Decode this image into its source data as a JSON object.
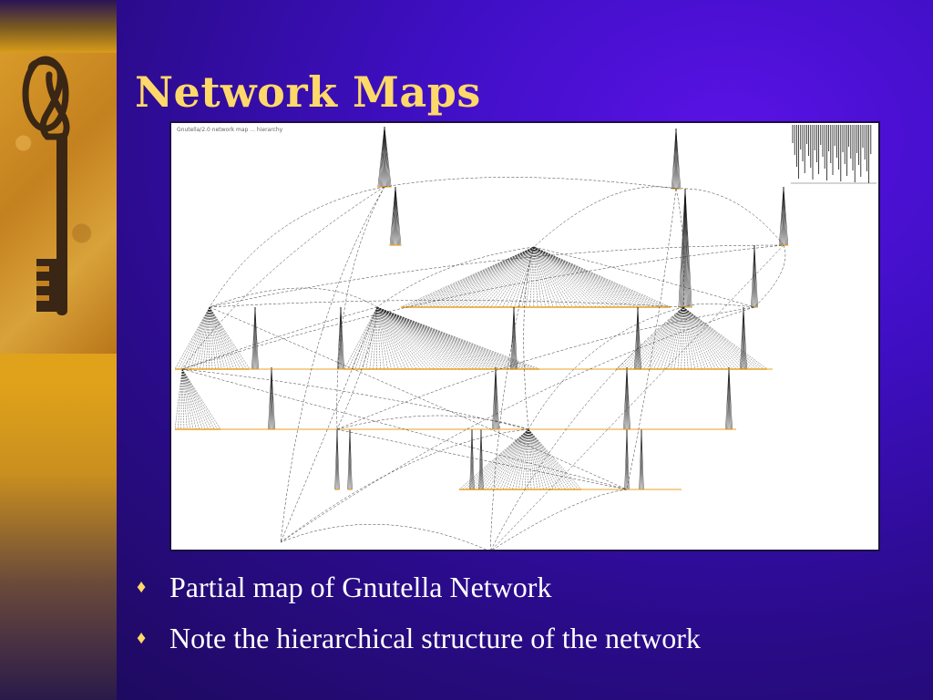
{
  "slide": {
    "title": "Network Maps",
    "bullets": [
      "Partial map of Gnutella Network",
      "Note the hierarchical structure of the network"
    ]
  },
  "figure": {
    "caption": "Gnutella/2.0 network map ... hierarchy",
    "icon": "network-graph"
  },
  "colors": {
    "title": "#ffd86a",
    "bullet_text": "#ffffff",
    "bullet_marker": "#ffd86a",
    "background": "#3f0fc4",
    "sidebar": "#e0a21a",
    "node_orange": "#e8a020"
  }
}
